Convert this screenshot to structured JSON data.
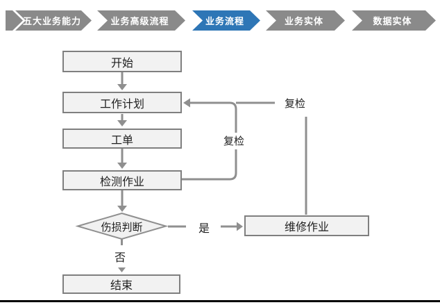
{
  "nav": {
    "items": [
      {
        "label": "五大业务能力",
        "active": false
      },
      {
        "label": "业务高级流程",
        "active": false
      },
      {
        "label": "业务流程",
        "active": true
      },
      {
        "label": "业务实体",
        "active": false
      },
      {
        "label": "数据实体",
        "active": false
      }
    ],
    "colors": {
      "inactive_bg": "#8a8a8a",
      "active_bg": "#2e76b6",
      "text": "#ffffff"
    }
  },
  "flowchart": {
    "nodes": {
      "start": {
        "label": "开始",
        "shape": "rect"
      },
      "plan": {
        "label": "工作计划",
        "shape": "rect"
      },
      "order": {
        "label": "工单",
        "shape": "rect"
      },
      "inspect": {
        "label": "检测作业",
        "shape": "rect"
      },
      "judge": {
        "label": "伤损判断",
        "shape": "diamond"
      },
      "repair": {
        "label": "维修作业",
        "shape": "rect"
      },
      "end": {
        "label": "结束",
        "shape": "rect"
      }
    },
    "edge_labels": {
      "recheck_inner": "复检",
      "recheck_outer": "复检",
      "yes": "是",
      "no": "否"
    },
    "colors": {
      "line": "#8f8f8f",
      "node_fill": "#f2f2f2",
      "node_border": "#7f7f7f",
      "text": "#1f1f1f",
      "bottom_rule": "#000000"
    }
  }
}
